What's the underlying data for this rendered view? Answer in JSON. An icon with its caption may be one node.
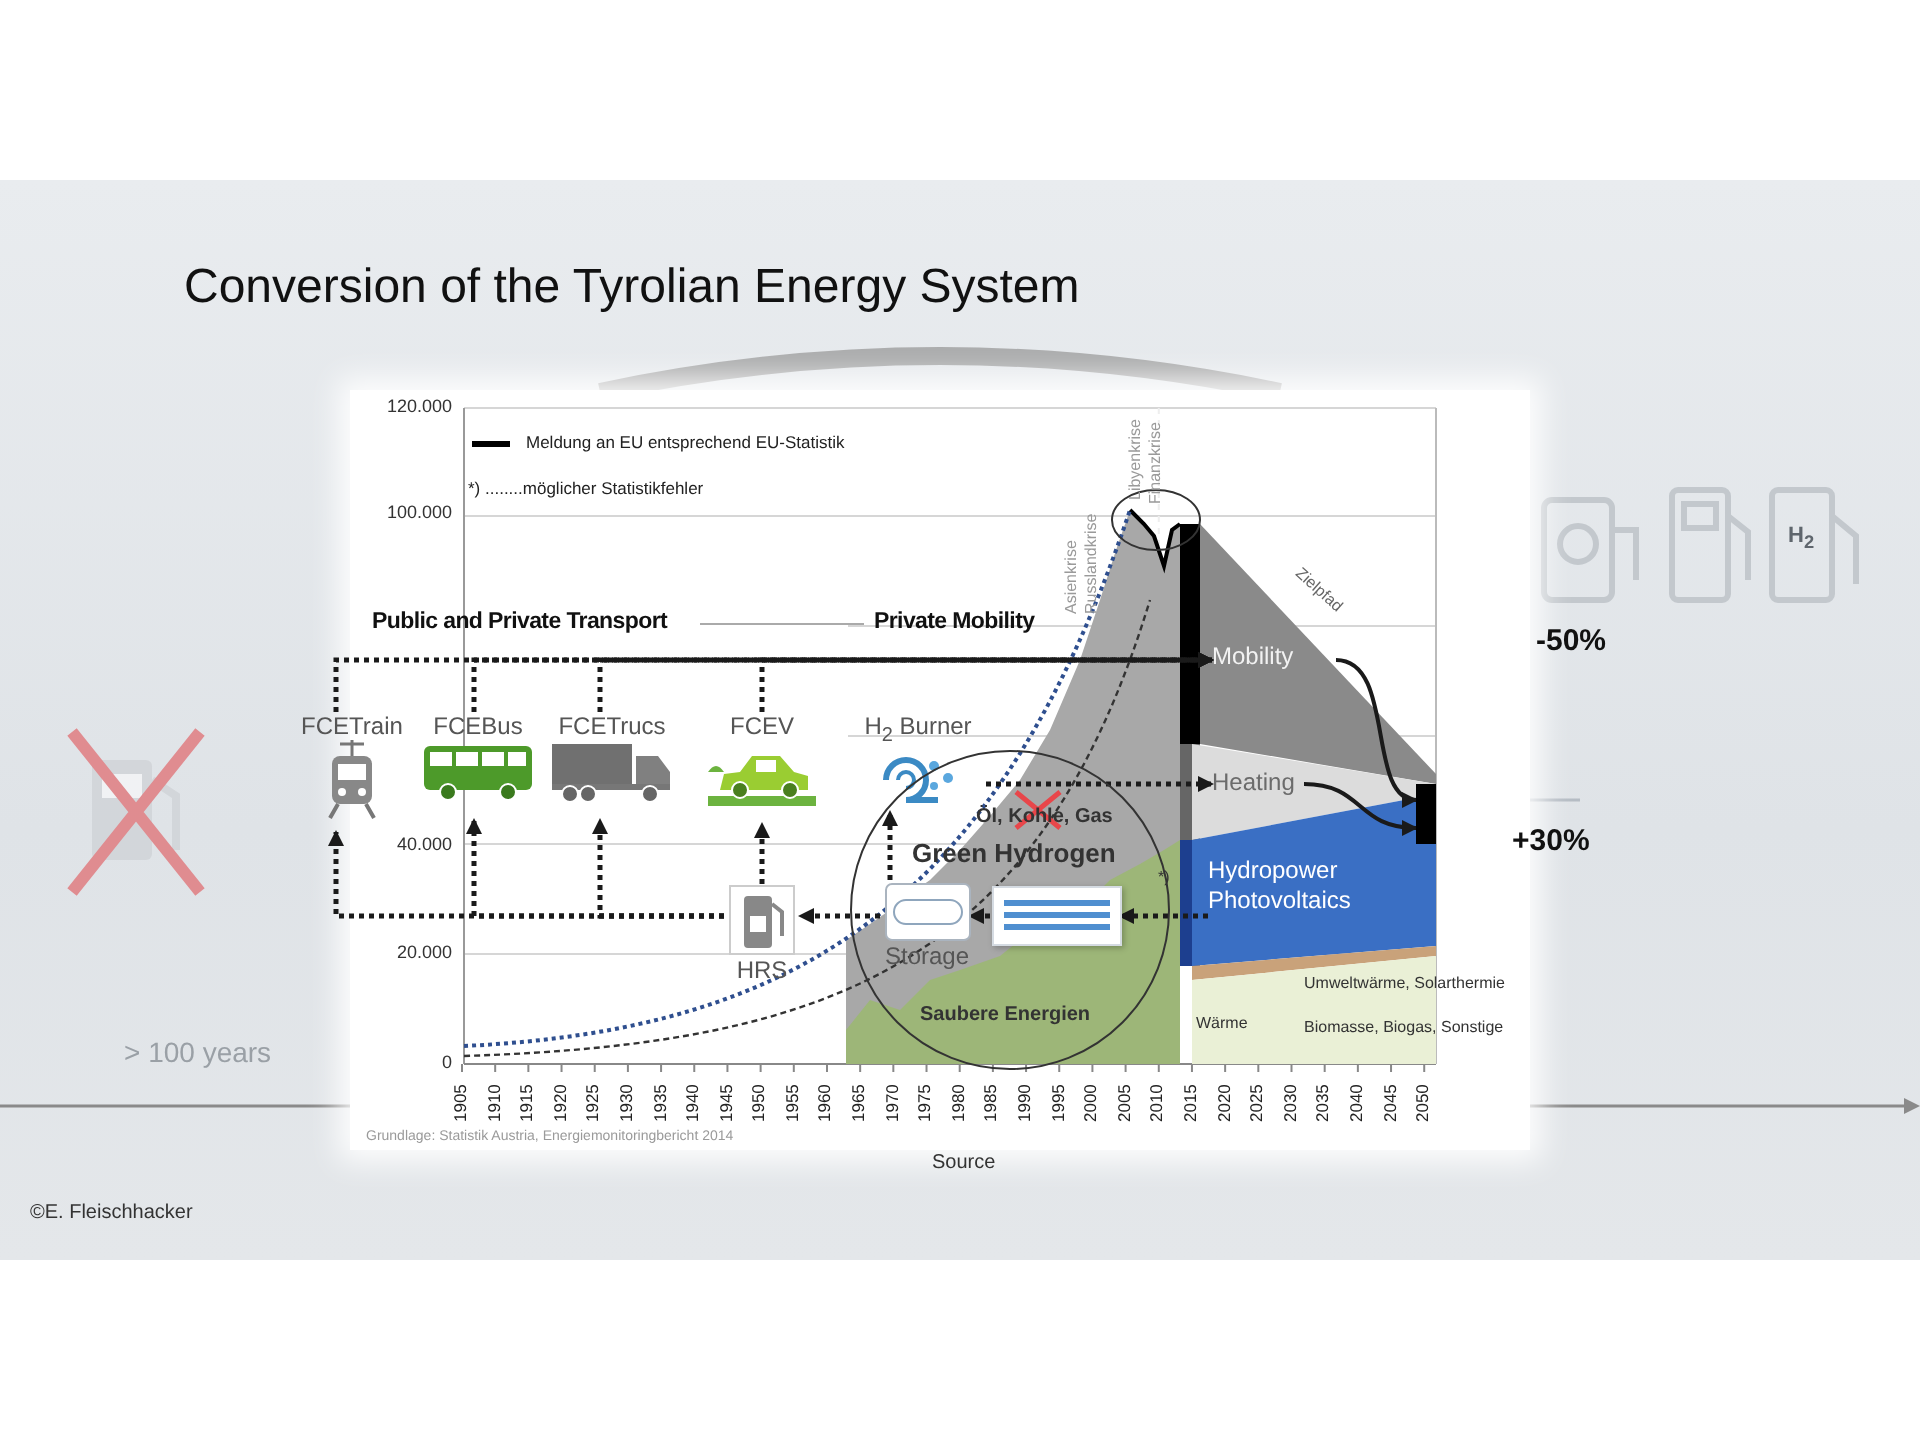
{
  "diagram": {
    "title": "Conversion of the Tyrolian Energy System",
    "nodes": [
      {
        "text": [
          "FCETrain"
        ]
      },
      {
        "text": [
          "FCEBus"
        ]
      },
      {
        "text": [
          "FCETrucs"
        ]
      },
      {
        "text": [
          "FCEV"
        ]
      },
      {
        "text": [
          "H$_{2}$ Burner"
        ]
      },
      {
        "text": [
          "Mobility"
        ]
      },
      {
        "text": [
          "Heating"
        ]
      },
      {
        "text": [],
        "shape": "bar"
      },
      {
        "text": [
          "Green Hydrogen"
        ]
      },
      {
        "text": [
          "Storage"
        ],
        "in": 8
      },
      {
        "text": [],
        "shape": "picture",
        "in": 8
      },
      {
        "text": [
          "HRS"
        ]
      },
      {
        "text": [
          "Hydropower Photovoltaics"
        ]
      }
    ],
    "edges": [
      {
        "from": 12,
        "to": 10,
        "arrow": "to",
        "style": "dashed"
      },
      {
        "from": 10,
        "to": 9,
        "arrow": "to",
        "style": "dashed"
      },
      {
        "from": 9,
        "to": 11,
        "arrow": "to",
        "style": "dashed"
      },
      {
        "from": 11,
        "to": 0,
        "arrow": "to",
        "style": "dashed"
      },
      {
        "from": 11,
        "to": 1,
        "arrow": "to",
        "style": "dashed"
      },
      {
        "from": 11,
        "to": 2,
        "arrow": "to",
        "style": "dashed"
      },
      {
        "from": 11,
        "to": 3,
        "arrow": "to",
        "style": "dashed"
      },
      {
        "from": 0,
        "to": 5,
        "arrow": "to",
        "style": "dashed"
      },
      {
        "from": 1,
        "to": 5,
        "arrow": "to",
        "style": "dashed"
      },
      {
        "from": 2,
        "to": 5,
        "arrow": "to",
        "style": "dashed"
      },
      {
        "from": 3,
        "to": 5,
        "arrow": "to",
        "style": "dashed"
      },
      {
        "from": 4,
        "to": 6,
        "arrow": "to",
        "style": "dashed"
      },
      {
        "from": 9,
        "to": 4,
        "arrow": "to",
        "style": "dashed"
      },
      {
        "from": 5,
        "to": 7,
        "arrow": "to"
      },
      {
        "from": 6,
        "to": 7,
        "arrow": "to"
      }
    ],
    "labels": [
      "> 100 years",
      "120.000",
      "100.000",
      "40.000",
      "20.000",
      "0",
      "Meldung an EU entsprechend EU-Statistik",
      "*) ........möglicher Statistikfehler",
      "Asienkrise",
      "Russlandkrise",
      "Libyenkrise",
      "Finanzkrise",
      "Public and Private Transport",
      "Private Mobility",
      "Zielpfad",
      "-50%",
      "Öl, Kohle, Gas",
      "+30%",
      "*)",
      "Umweltwärme, Solarthermie",
      "Wärme",
      "Saubere Energien",
      "Biomasse, Biogas, Sonstige",
      "1905",
      "1910",
      "1915",
      "1920",
      "1925",
      "1930",
      "1935",
      "1940",
      "1945",
      "1950",
      "1955",
      "1960",
      "1965",
      "1970",
      "1975",
      "1980",
      "1985",
      "1990",
      "1995",
      "2000",
      "2005",
      "2010",
      "2015",
      "2020",
      "2025",
      "2030",
      "2035",
      "2040",
      "2045",
      "2050",
      "Grundlage: Statistik Austria, Energiemonitoringbericht 2014",
      "Source",
      "©E. Fleischhacker",
      "H$_{2}$"
    ]
  }
}
